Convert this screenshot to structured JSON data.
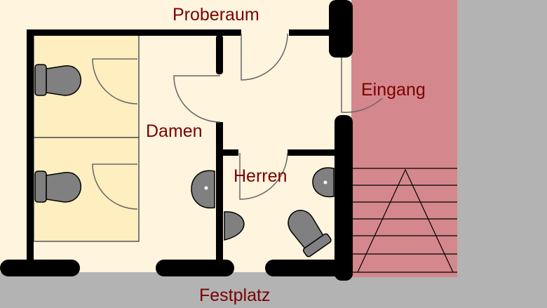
{
  "labels": {
    "proberaum": "Proberaum",
    "eingang": "Eingang",
    "damen": "Damen",
    "herren": "Herren",
    "festplatz": "Festplatz"
  },
  "colors": {
    "background_gray": "#b3b3b3",
    "floor_cream": "#fff4de",
    "stall_yellow": "#ffeebf",
    "entrance_pink": "#d4878c",
    "wall": "#000000",
    "fixture_gray": "#808080",
    "label_dark_red": "#7a0000"
  },
  "icons": [
    "toilet-icon",
    "sink-icon",
    "urinal-icon",
    "door-swing-icon",
    "stairs-icon"
  ]
}
